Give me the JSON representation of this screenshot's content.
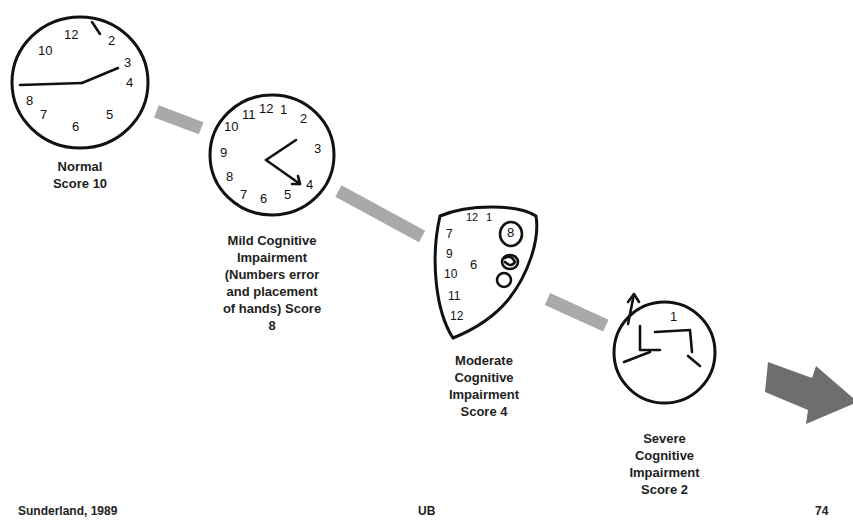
{
  "diagram": {
    "nodes": [
      {
        "text": [
          "Normal Score 10"
        ]
      },
      {
        "text": [
          "Mild Cognitive Impairment (Numbers error and placement of hands) Score 8"
        ]
      },
      {
        "text": [
          "Moderate Cognitive Impairment Score 4"
        ]
      },
      {
        "text": [
          "Severe Cognitive Impairment Score 2"
        ]
      }
    ],
    "edges": [
      {
        "from": 0,
        "to": 1,
        "arrow": "none"
      },
      {
        "from": 1,
        "to": 2,
        "arrow": "none"
      },
      {
        "from": 2,
        "to": 3,
        "arrow": "none"
      }
    ],
    "labels": [
      "10",
      "12",
      "2",
      "3",
      "4",
      "8",
      "7",
      "6",
      "5",
      "11",
      "12",
      "1",
      "10",
      "2",
      "9",
      "3",
      "8",
      "7",
      "6",
      "5",
      "4",
      "12",
      "1",
      "7",
      "9",
      "10",
      "11",
      "12",
      "6",
      "8",
      "1",
      "Sunderland, 1989",
      "UB",
      "74"
    ]
  }
}
